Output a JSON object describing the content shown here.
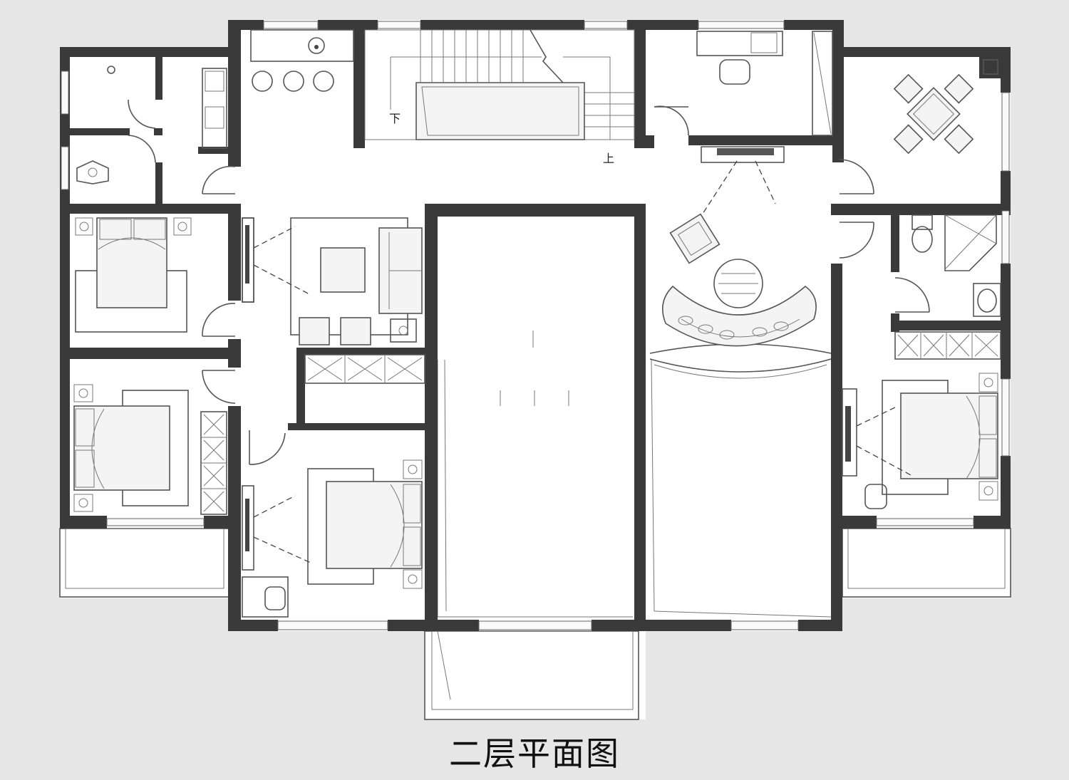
{
  "caption": "二层平面图",
  "stair_labels": {
    "down": "下",
    "up": "上"
  },
  "colors": {
    "wall": "#3a3a3a",
    "floor": "#ffffff",
    "background": "#e6e6e6",
    "line": "#555555"
  }
}
